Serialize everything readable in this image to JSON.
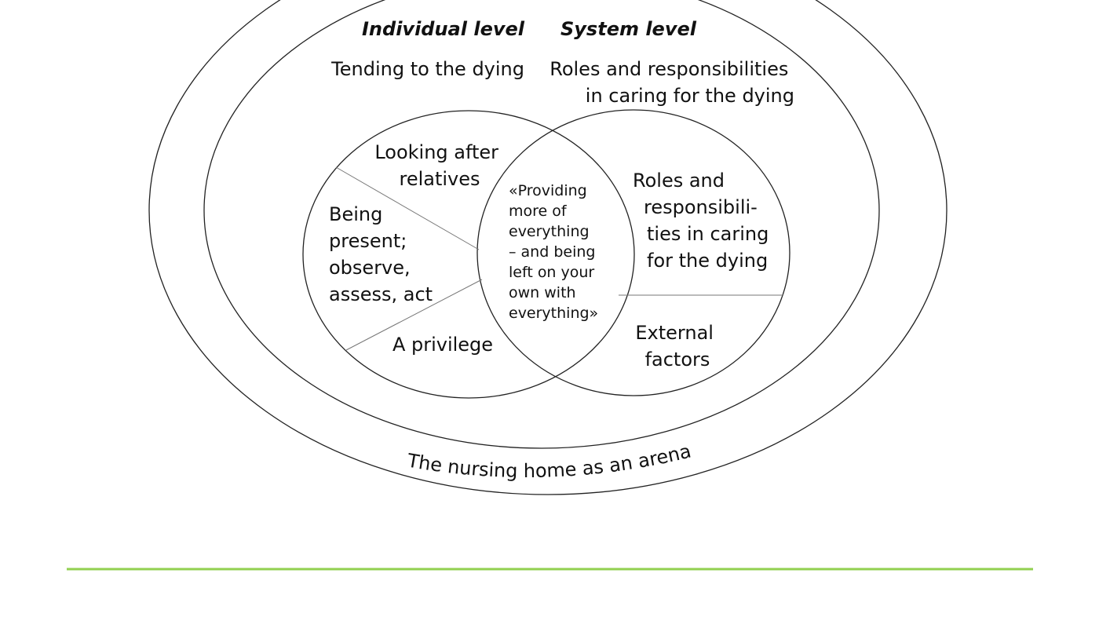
{
  "headers": {
    "individual": "Individual level",
    "system": "System level"
  },
  "outer_labels": {
    "individual_theme": "Tending to the dying",
    "system_theme": [
      "Roles and responsibilities",
      "in caring for the dying"
    ]
  },
  "left_circle": {
    "top": [
      "Looking after",
      "relatives"
    ],
    "middle": [
      "Being",
      "present;",
      "observe,",
      "assess, act"
    ],
    "bottom": "A privilege"
  },
  "center": [
    "«Providing",
    "more of",
    "everything",
    "– and being",
    "left on your",
    "own with",
    "everything»"
  ],
  "right_circle": {
    "top": [
      "Roles and",
      "responsibili-",
      "ties in caring",
      "for the dying"
    ],
    "bottom": [
      "External",
      "factors"
    ]
  },
  "arena_label": "The nursing home as an arena",
  "colors": {
    "line": "#222222",
    "divider": "#777777",
    "rule": "#92d050"
  }
}
